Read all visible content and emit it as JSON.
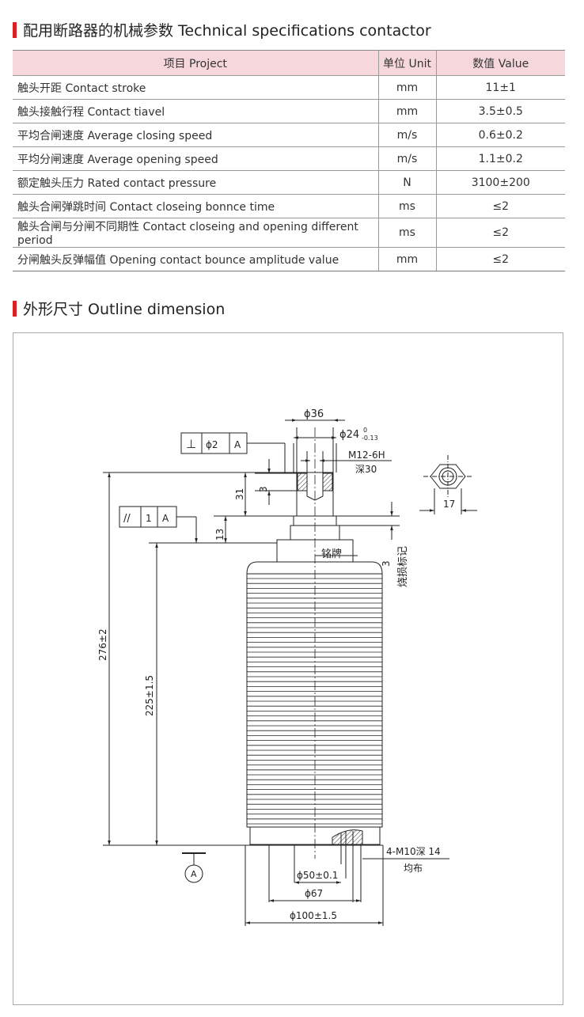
{
  "section1": {
    "title": "配用断路器的机械参数 Technical specifications contactor"
  },
  "table": {
    "headers": [
      "项目 Project",
      "单位 Unit",
      "数值 Value"
    ],
    "rows": [
      [
        "触头开距 Contact stroke",
        "mm",
        "11±1"
      ],
      [
        "触头接触行程 Contact tiavel",
        "mm",
        "3.5±0.5"
      ],
      [
        "平均合闸速度 Average closing speed",
        "m/s",
        "0.6±0.2"
      ],
      [
        "平均分闸速度 Average opening speed",
        "m/s",
        "1.1±0.2"
      ],
      [
        "额定触头压力 Rated contact pressure",
        "N",
        "3100±200"
      ],
      [
        "触头合闸弹跳时间 Contact closeing bonnce time",
        "ms",
        "≤2"
      ],
      [
        "触头合闸与分闸不同期性 Contact closeing and opening different period",
        "ms",
        "≤2"
      ],
      [
        "分闸触头反弹幅值 Opening contact bounce amplitude value",
        "mm",
        "≤2"
      ]
    ]
  },
  "section2": {
    "title": "外形尺寸 Outline dimension"
  },
  "drawing": {
    "dim_phi36": "ϕ36",
    "dim_phi24": "ϕ24",
    "dim_phi24_tol_upper": "0",
    "dim_phi24_tol_lower": "-0.13",
    "thread": "M12-6H",
    "thread_depth": "深30",
    "perp_symbol": "⊥",
    "perp_value": "ϕ2",
    "perp_datum": "A",
    "parallel_symbol": "//",
    "parallel_value": "1",
    "parallel_datum": "A",
    "dim_31": "31",
    "dim_3_top": "3",
    "dim_13": "13",
    "dim_3_right": "3",
    "nameplate": "铭牌",
    "burn_mark": "烧损标记",
    "dim_276": "276±2",
    "dim_225": "225±1.5",
    "dim_17": "17",
    "holes": "4-M10深 14",
    "holes_even": "均布",
    "dim_phi50": "ϕ50±0.1",
    "dim_phi67": "ϕ67",
    "dim_phi100": "ϕ100±1.5",
    "datum_A": "A"
  }
}
